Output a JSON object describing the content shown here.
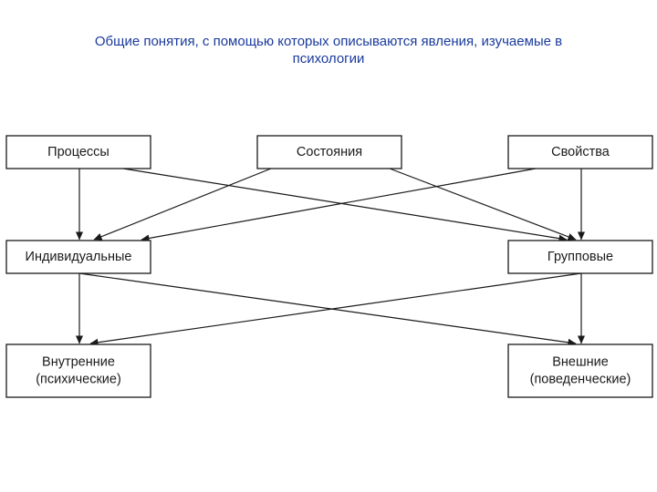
{
  "title": {
    "line1": "Общие понятия, с помощью которых описываются явления, изучаемые в",
    "line2": "психологии"
  },
  "colors": {
    "title": "#1a3a9c",
    "lines": "#1a1a1a",
    "box_fill": "#ffffff"
  },
  "diagram": {
    "nodes": [
      {
        "id": "processes",
        "lines": [
          "Процессы"
        ]
      },
      {
        "id": "states",
        "lines": [
          "Состояния"
        ]
      },
      {
        "id": "properties",
        "lines": [
          "Свойства"
        ]
      },
      {
        "id": "individual",
        "lines": [
          "Индивидуальные"
        ]
      },
      {
        "id": "group",
        "lines": [
          "Групповые"
        ]
      },
      {
        "id": "internal",
        "lines": [
          "Внутренние",
          "(психические)"
        ]
      },
      {
        "id": "external",
        "lines": [
          "Внешние",
          "(поведенческие)"
        ]
      }
    ],
    "edges": [
      {
        "from": "processes",
        "to": "individual"
      },
      {
        "from": "processes",
        "to": "group"
      },
      {
        "from": "states",
        "to": "individual"
      },
      {
        "from": "states",
        "to": "group"
      },
      {
        "from": "properties",
        "to": "individual"
      },
      {
        "from": "properties",
        "to": "group"
      },
      {
        "from": "individual",
        "to": "internal"
      },
      {
        "from": "individual",
        "to": "external"
      },
      {
        "from": "group",
        "to": "internal"
      },
      {
        "from": "group",
        "to": "external"
      }
    ]
  }
}
